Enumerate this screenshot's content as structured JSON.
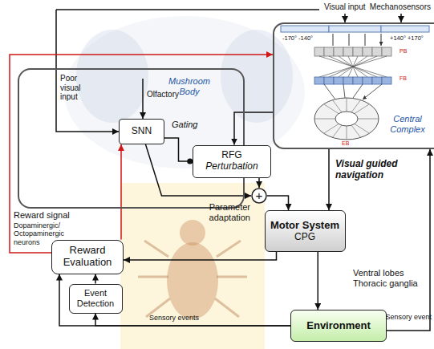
{
  "diagram": {
    "nodes": [
      {
        "text": [
          "Central Complex"
        ]
      },
      {
        "text": [
          "Mushroom Body"
        ]
      },
      {
        "text": [
          "SNN"
        ],
        "in": 1
      },
      {
        "text": [
          "RFG",
          "Perturbation"
        ]
      },
      {
        "text": [
          "+"
        ]
      },
      {
        "text": [
          "Motor System",
          "CPG"
        ]
      },
      {
        "text": [
          "Reward Evaluation"
        ]
      },
      {
        "text": [
          "Event Detection"
        ]
      },
      {
        "text": [
          "Environment"
        ]
      }
    ],
    "edges": [
      {
        "from": 2,
        "to": 3,
        "arrow": "to",
        "label": "Gating"
      },
      {
        "from": 0,
        "to": 3,
        "arrow": "to"
      },
      {
        "from": 2,
        "to": 4,
        "arrow": "to"
      },
      {
        "from": 3,
        "to": 4,
        "arrow": "to"
      },
      {
        "from": 4,
        "to": 5,
        "arrow": "to"
      },
      {
        "from": 0,
        "to": 5,
        "arrow": "to",
        "label": "Visual guided navigation"
      },
      {
        "from": 5,
        "to": 8,
        "arrow": "to"
      },
      {
        "from": 5,
        "to": 6,
        "arrow": "to"
      },
      {
        "from": 8,
        "to": 6,
        "arrow": "to"
      },
      {
        "from": 8,
        "to": 7,
        "arrow": "to"
      },
      {
        "from": 7,
        "to": 6,
        "arrow": "to"
      },
      {
        "from": 6,
        "to": 0,
        "arrow": "to"
      },
      {
        "from": 6,
        "to": 2,
        "arrow": "to"
      },
      {
        "from": 8,
        "to": 0,
        "arrow": "to"
      }
    ],
    "labels": [
      "Visual input",
      "Mechanosensors",
      "Poor visual input",
      "Olfactory",
      "Parameter adaptation",
      "Reward signal",
      "Dopaminergic/ Octopaminergic neurons",
      "Ventral lobes Thoracic ganglia",
      "Sensory events",
      "Sensory event",
      "-170° -140°",
      "+140° +170°",
      "PB",
      "FB",
      "EB"
    ]
  }
}
